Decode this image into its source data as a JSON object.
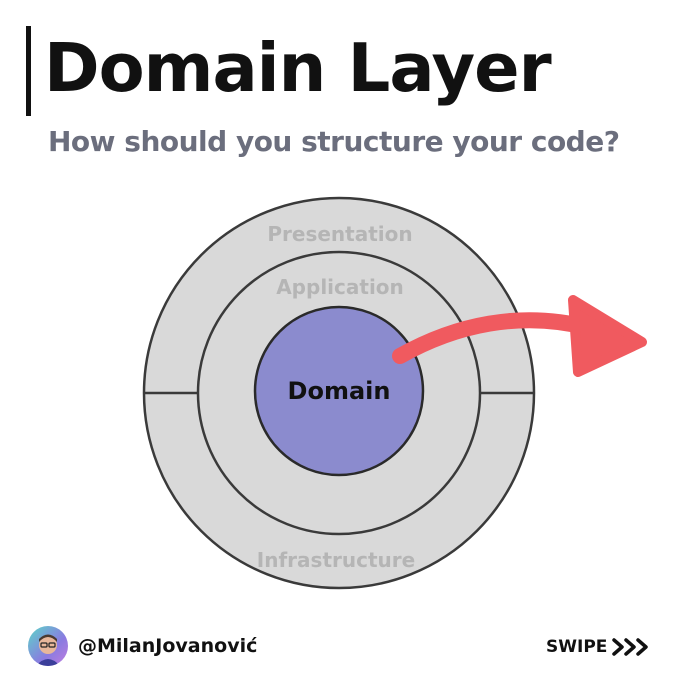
{
  "header": {
    "title": "Domain Layer",
    "subtitle": "How should you structure your code?"
  },
  "diagram": {
    "outer_label": "Presentation",
    "middle_label": "Application",
    "center_label": "Domain",
    "bottom_label": "Infrastructure",
    "colors": {
      "ring_fill": "#d9d9d9",
      "ring_stroke": "#3a3a3a",
      "ring_text": "#b5b5b5",
      "core_fill": "#8b8bce",
      "arrow": "#f05a5f"
    }
  },
  "footer": {
    "handle": "@MilanJovanović",
    "swipe_label": "SWIPE"
  }
}
